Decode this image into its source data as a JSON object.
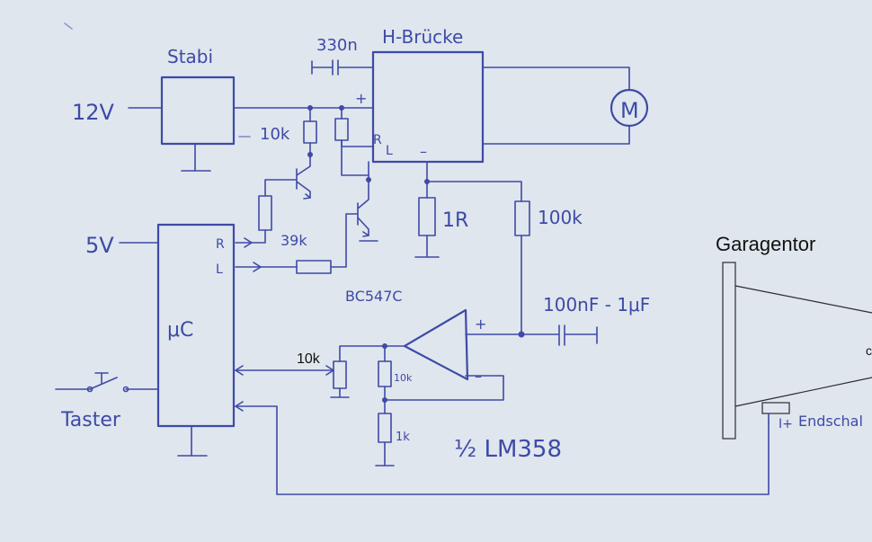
{
  "colors": {
    "paper": "#dfe6ee",
    "ink": "#3e4aa6",
    "print": "#111111"
  },
  "labels": {
    "stabi": "Stabi",
    "v12": "12V",
    "v5": "5V",
    "cap_330n": "330n",
    "hbridge": "H-Brücke",
    "motor": "M",
    "r_10k_top": "10k",
    "hb_plus": "+",
    "hb_r": "R",
    "hb_l": "L",
    "hb_minus": "–",
    "r_39k": "39k",
    "r_1r": "1R",
    "r_100k": "100k",
    "uc_r": "R",
    "uc_l": "L",
    "uc": "μC",
    "transistor": "BC547C",
    "cap_range": "100nF - 1μF",
    "r_10k_pot": "10k",
    "r_10k_fb": "10k",
    "r_1k": "1k",
    "op_plus": "+",
    "op_minus": "–",
    "opamp": "½ LM358",
    "taster": "Taster",
    "garagentor": "Garagentor",
    "endschalter": "Endschal",
    "switch_marks": "I+"
  }
}
